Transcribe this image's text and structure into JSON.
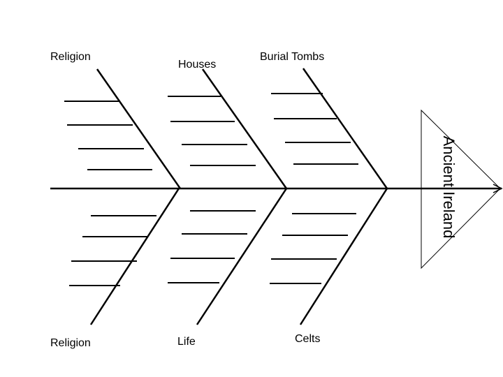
{
  "diagram": {
    "type": "fishbone",
    "effect": {
      "label": "Ancient Ireland"
    },
    "top_categories": [
      {
        "label": "Religion"
      },
      {
        "label": "Houses"
      },
      {
        "label": "Burial Tombs"
      }
    ],
    "bottom_categories": [
      {
        "label": "Religion"
      },
      {
        "label": "Life"
      },
      {
        "label": "Celts"
      }
    ],
    "colors": {
      "line": "#000000",
      "background": "#ffffff"
    }
  }
}
